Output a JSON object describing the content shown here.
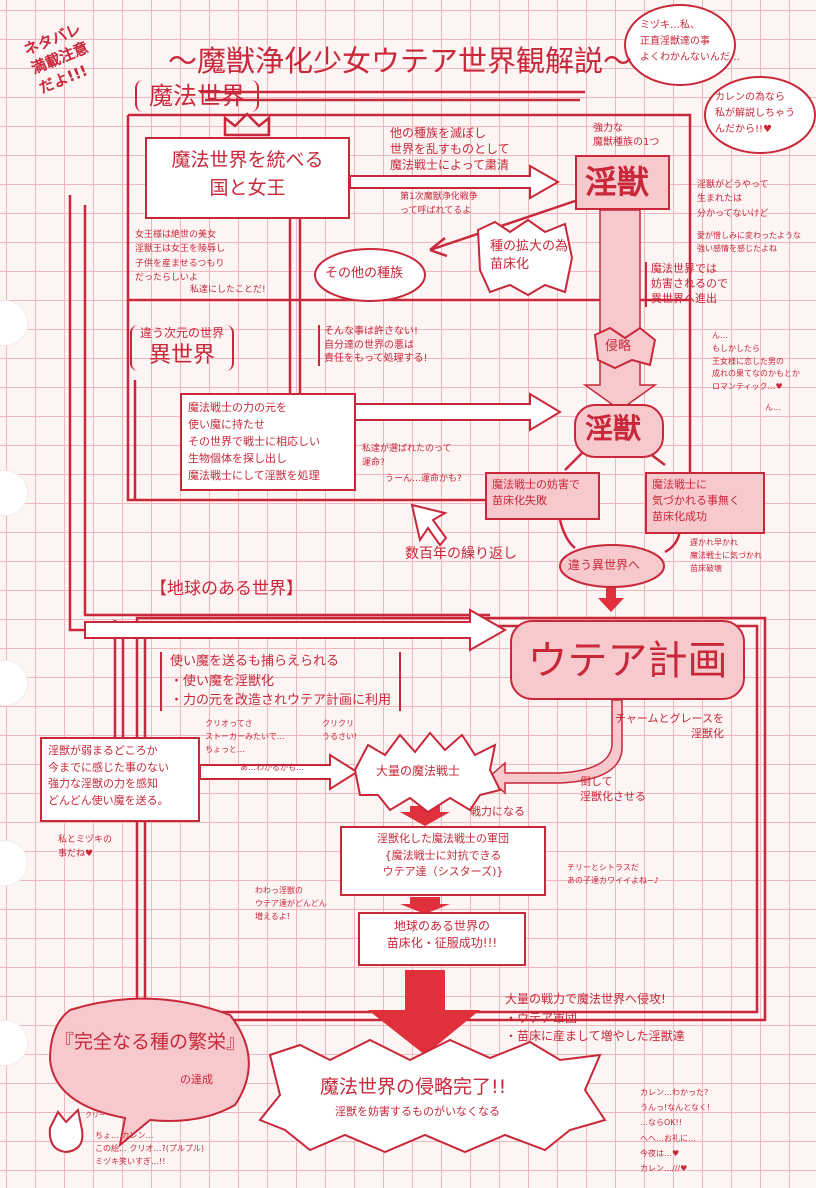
{
  "colors": {
    "ink": "#c8283a",
    "fill": "#f7c9cc",
    "grid": "#f0b8bd"
  },
  "header": {
    "spoiler": "ネタバレ\n満載注意\nだよ!!!",
    "title": "～魔獣浄化少女ウテア世界観解説～"
  },
  "bubbles": {
    "mizuki": "ミヅキ…私、\n正直淫獣達の事\nよくわかんないんだ…",
    "karen": "カレンの為なら\n私が解説しちゃう\nんだから!!♥"
  },
  "magic_world": {
    "label": "魔法世界",
    "queen": "魔法世界を統べる\n国と女王",
    "purge_text": "他の種族を滅ぼし\n世界を乱すものとして\n魔法戦士によって粛清",
    "war_note": "第1次魔獣浄化戦争\nって呼ばれてるよ",
    "strong_label": "強力な\n魔獣種族の1つ",
    "beast": "淫獣",
    "queen_note": "女王様は絶世の美女\n淫獣王は女王を陵辱し\n子供を産ませるつもり\nだったらしいよ",
    "queen_note2": "私達にしたことだ!",
    "other_races": "その他の種族",
    "nursery": "種の拡大の為\n苗床化",
    "origin_note": "淫獣がどうやって\n生まれたは\n分かってないけど",
    "origin_note2": "愛が憎しみに変わったような\n強い感情を感じたよね",
    "advance": "魔法世界では\n妨害されるので\n異世界へ進出"
  },
  "other_world": {
    "sublabel": "違う次元の世界",
    "label": "異世界",
    "resolve": "そんな事は許さない!\n自分達の世界の悪は\n責任をもって処理する!",
    "invasion": "侵略",
    "romance_note": "ん…\nもしかしたら\n王女様に恋した男の\n成れの果てなのかもとか\nロマンティック…♥",
    "romance_note2": "ん…",
    "power": "魔法戦士の力の元を\n使い魔に持たせ\nその世界で戦士に相応しい\n生物個体を探し出し\n魔法戦士にして淫獣を処理",
    "beast": "淫獣",
    "fate_note": "私達が選ばれたのって\n運命?",
    "fate_note2": "うーん…運命かも?",
    "fail": "魔法戦士の妨害で\n苗床化失敗",
    "success": "魔法戦士に\n気づかれる事無く\n苗床化成功",
    "later_note": "遅かれ早かれ\n魔法戦士に気づかれ\n苗床破壊",
    "repeat": "数百年の繰り返し",
    "next_world": "違う異世界へ"
  },
  "earth": {
    "label": "【地球のある世界】",
    "utea_plan": "ウテア計画",
    "familiar": "使い魔を送るも捕らえられる\n・使い魔を淫獣化\n・力の元を改造されウテア計画に利用",
    "clio_note": "クリオってさ\nストーカーみたいで…\nちょっと…",
    "clio_note2": "あ…わかるかも…",
    "kuri_note": "クリクリ\nうるさい!",
    "sense": "淫獣が弱まるどころか\n今までに感じた事のない\n強力な淫獣の力を感知\nどんどん使い魔を送る。",
    "us_note": "私とミヅキの\n事だね♥",
    "charm": "チャームとグレースを\n淫獣化",
    "mass": "大量の魔法戦士",
    "defeat": "倒して\n淫獣化させる",
    "force": "戦力になる",
    "army": "淫獣化した魔法戦士の軍団\n{魔法戦士に対抗できる\nウテア達（シスターズ)}",
    "chilly_note": "チリーとシトラスだ\nあの子達カワイイよね~♪",
    "increase_note": "わわっ淫獣の\nウテア達がどんどん\n増えるよ!",
    "conquest": "地球のある世界の\n苗床化・征服成功!!!"
  },
  "finale": {
    "attack": "大量の戦力で魔法世界へ侵攻!\n・ウテア軍団\n・苗床に産まして増やした淫獣達",
    "prosperity": "『完全なる種の繁栄』",
    "achieve": "の達成",
    "complete": "魔法世界の侵略完了!!",
    "complete_sub": "淫獣を妨害するものがいなくなる",
    "chat_right": "カレン…わかった?\nうんっ!なんとなく!\n…ならOK!!\nへへ…お礼に…\n今夜は…♥\nカレン…///♥",
    "cat_sound": "クリ~",
    "chat_left": "ちょ… カレン…\nこの絵… クリオ…?(プルプル)\nミヅキ笑いすぎ…!!"
  }
}
